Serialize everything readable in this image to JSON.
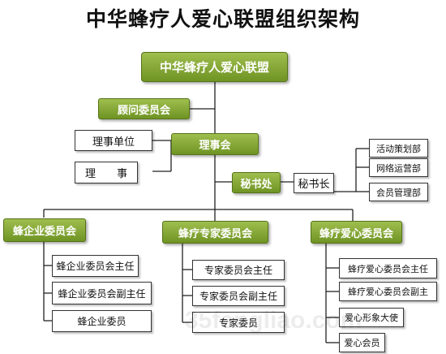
{
  "title": "中华蜂疗人爱心联盟组织架构",
  "root": "中华蜂疗人爱心联盟",
  "advisory": "顾问委员会",
  "council": "理事会",
  "council_members": [
    "理事单位",
    "理　　事"
  ],
  "secretariat": "秘书处",
  "secretary_general": "秘书长",
  "departments": [
    "活动策划部",
    "网络运营部",
    "会员管理部"
  ],
  "committees": [
    {
      "name": "蜂企业委员会",
      "members": [
        "蜂企业委员会主任",
        "蜂企业委员会副主任",
        "蜂企业委员"
      ]
    },
    {
      "name": "蜂疗专家委员会",
      "members": [
        "专家委员会主任",
        "专家委员会副主任",
        "专家委员"
      ]
    },
    {
      "name": "蜂疗爱心委员会",
      "members": [
        "蜂疗爱心委员会主任",
        "蜂疗爱心委员会副主",
        "爱心形象大使",
        "爱心会员"
      ]
    }
  ],
  "watermark": "35fengliao.com",
  "colors": {
    "box_green_top": "#9fbe4e",
    "box_green_bottom": "#6f9424",
    "line": "#222222"
  }
}
